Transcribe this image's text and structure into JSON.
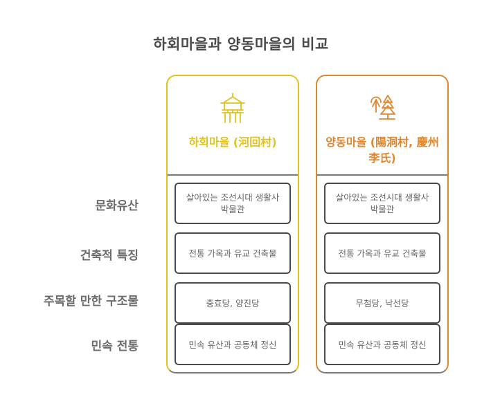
{
  "title": "하회마을과 양동마을의 비교",
  "rows": [
    {
      "label": "문화유산"
    },
    {
      "label": "건축적 특징"
    },
    {
      "label": "주목할 만한 구조물"
    },
    {
      "label": "민속 전통"
    }
  ],
  "columns": [
    {
      "name": "하회마을 (河回村)",
      "accent": "#e2c21b",
      "icon": "pavilion-icon",
      "cells": [
        "살아있는 조선시대 생활사 박물관",
        "전통 가옥과 유교 건축물",
        "충효당, 양진당",
        "민속 유산과 공동체 정신"
      ]
    },
    {
      "name": "양동마을 (陽洞村, 慶州李氏)",
      "accent": "#e0862e",
      "icon": "trees-icon",
      "cells": [
        "살아있는 조선시대 생활사 박물관",
        "전통 가옥과 유교 건축물",
        "무첨당, 낙선당",
        "민속 유산과 공동체 정신"
      ]
    }
  ]
}
